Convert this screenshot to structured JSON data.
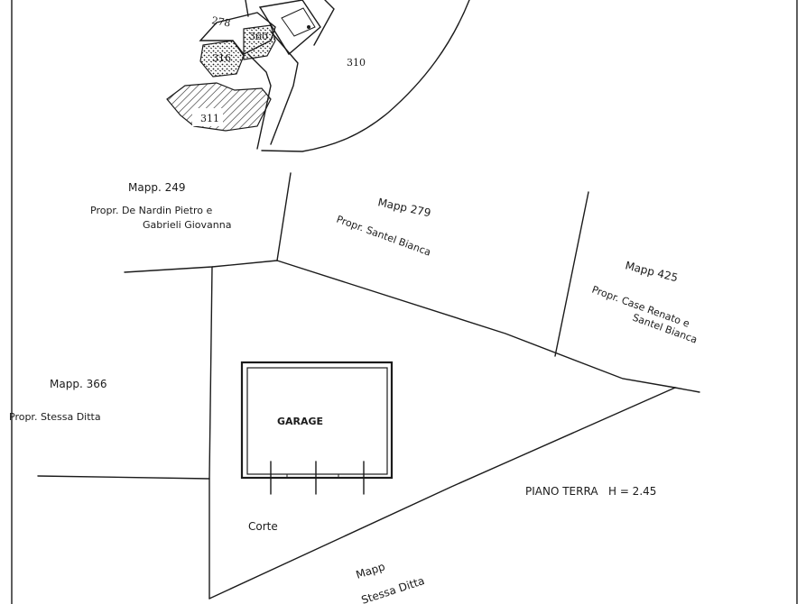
{
  "top_map": {
    "parcel_large": "310",
    "parcel_a": "278",
    "parcel_b": "360",
    "parcel_c": "316",
    "parcel_d": "311"
  },
  "parcels": {
    "mapp_249": {
      "title": "Mapp. 249",
      "owner_line1": "Propr. De Nardin Pietro e",
      "owner_line2": "Gabrieli Giovanna"
    },
    "mapp_279": {
      "title": "Mapp 279",
      "owner_line1": "Propr. Santel Bianca"
    },
    "mapp_425": {
      "title": "Mapp 425",
      "owner_line1": "Propr. Case Renato e",
      "owner_line2": "Santel Bianca"
    },
    "mapp_366": {
      "title": "Mapp. 366",
      "owner_line1": "Propr. Stessa Ditta"
    },
    "bottom": {
      "title": "Mapp",
      "owner_line1": "Stessa Ditta"
    }
  },
  "building": {
    "label": "GARAGE"
  },
  "yard": {
    "label": "Corte"
  },
  "plan_note": {
    "text": "PIANO TERRA   H = 2.45"
  },
  "colors": {
    "ink": "#1b1b1b",
    "paper": "#ffffff"
  }
}
